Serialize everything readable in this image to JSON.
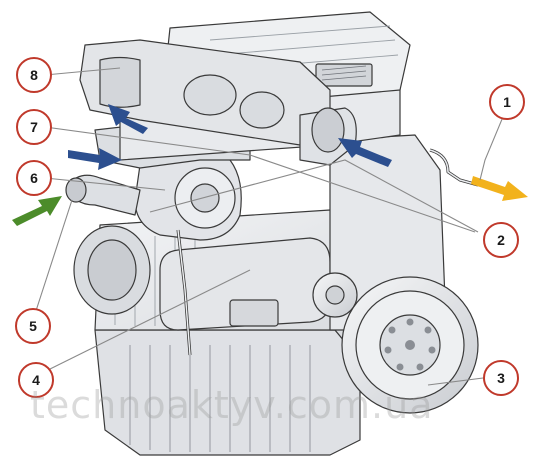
{
  "diagram": {
    "watermark": "technoaktyv.com.ua",
    "colors": {
      "outline": "#3a3a3a",
      "body_fill": "#e9eaec",
      "shade_fill": "#d6d8dc",
      "dark_fill": "#c4c7cc",
      "callout_stroke": "#c0392b",
      "callout_line": "#8a8a8a",
      "arrow_blue": "#2c4f8f",
      "arrow_green": "#4c8c2a",
      "arrow_yellow": "#f2b21c"
    },
    "callouts": [
      {
        "id": "1",
        "label": "1"
      },
      {
        "id": "2",
        "label": "2"
      },
      {
        "id": "3",
        "label": "3"
      },
      {
        "id": "4",
        "label": "4"
      },
      {
        "id": "5",
        "label": "5"
      },
      {
        "id": "6",
        "label": "6"
      },
      {
        "id": "7",
        "label": "7"
      },
      {
        "id": "8",
        "label": "8"
      }
    ],
    "arrows": [
      {
        "id": "green-intake",
        "color": "arrow_green",
        "icon": "green-arrow-icon"
      },
      {
        "id": "blue-upper",
        "color": "arrow_blue",
        "icon": "blue-arrow-icon"
      },
      {
        "id": "blue-mid",
        "color": "arrow_blue",
        "icon": "blue-arrow-icon"
      },
      {
        "id": "blue-right",
        "color": "arrow_blue",
        "icon": "blue-arrow-icon"
      },
      {
        "id": "yellow-out",
        "color": "arrow_yellow",
        "icon": "yellow-arrow-icon"
      }
    ]
  }
}
